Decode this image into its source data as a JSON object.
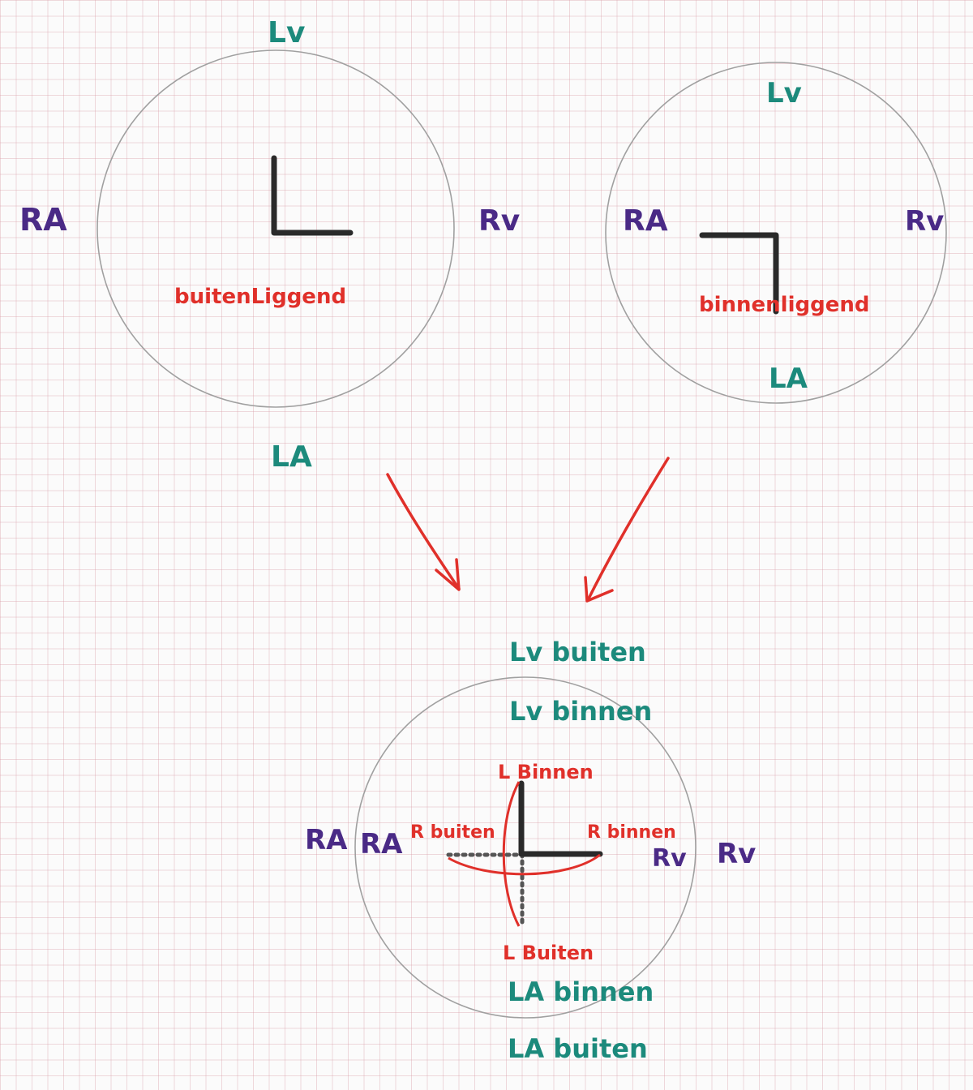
{
  "colors": {
    "teal": "#1c8a7c",
    "purple": "#4a2a86",
    "red": "#e0302a",
    "ink": "#2a2a2a",
    "circle": "#9a9a9a"
  },
  "left_circle": {
    "top": "Lv",
    "bottom": "LA",
    "left": "RA",
    "right": "Rv",
    "caption": "buitenLiggend"
  },
  "right_circle": {
    "top": "Lv",
    "bottom": "LA",
    "left": "RA",
    "right": "Rv",
    "caption": "binnenliggend"
  },
  "combined": {
    "lv_outer": "Lv buiten",
    "lv_inner": "Lv binnen",
    "l_binnen": "L Binnen",
    "l_buiten": "L Buiten",
    "r_buiten": "R buiten",
    "r_binnen": "R binnen",
    "ra_outer": "RA",
    "ra_inner": "RA",
    "rv_inner": "Rv",
    "rv_outer": "Rv",
    "la_inner": "LA binnen",
    "la_outer": "LA buiten"
  }
}
